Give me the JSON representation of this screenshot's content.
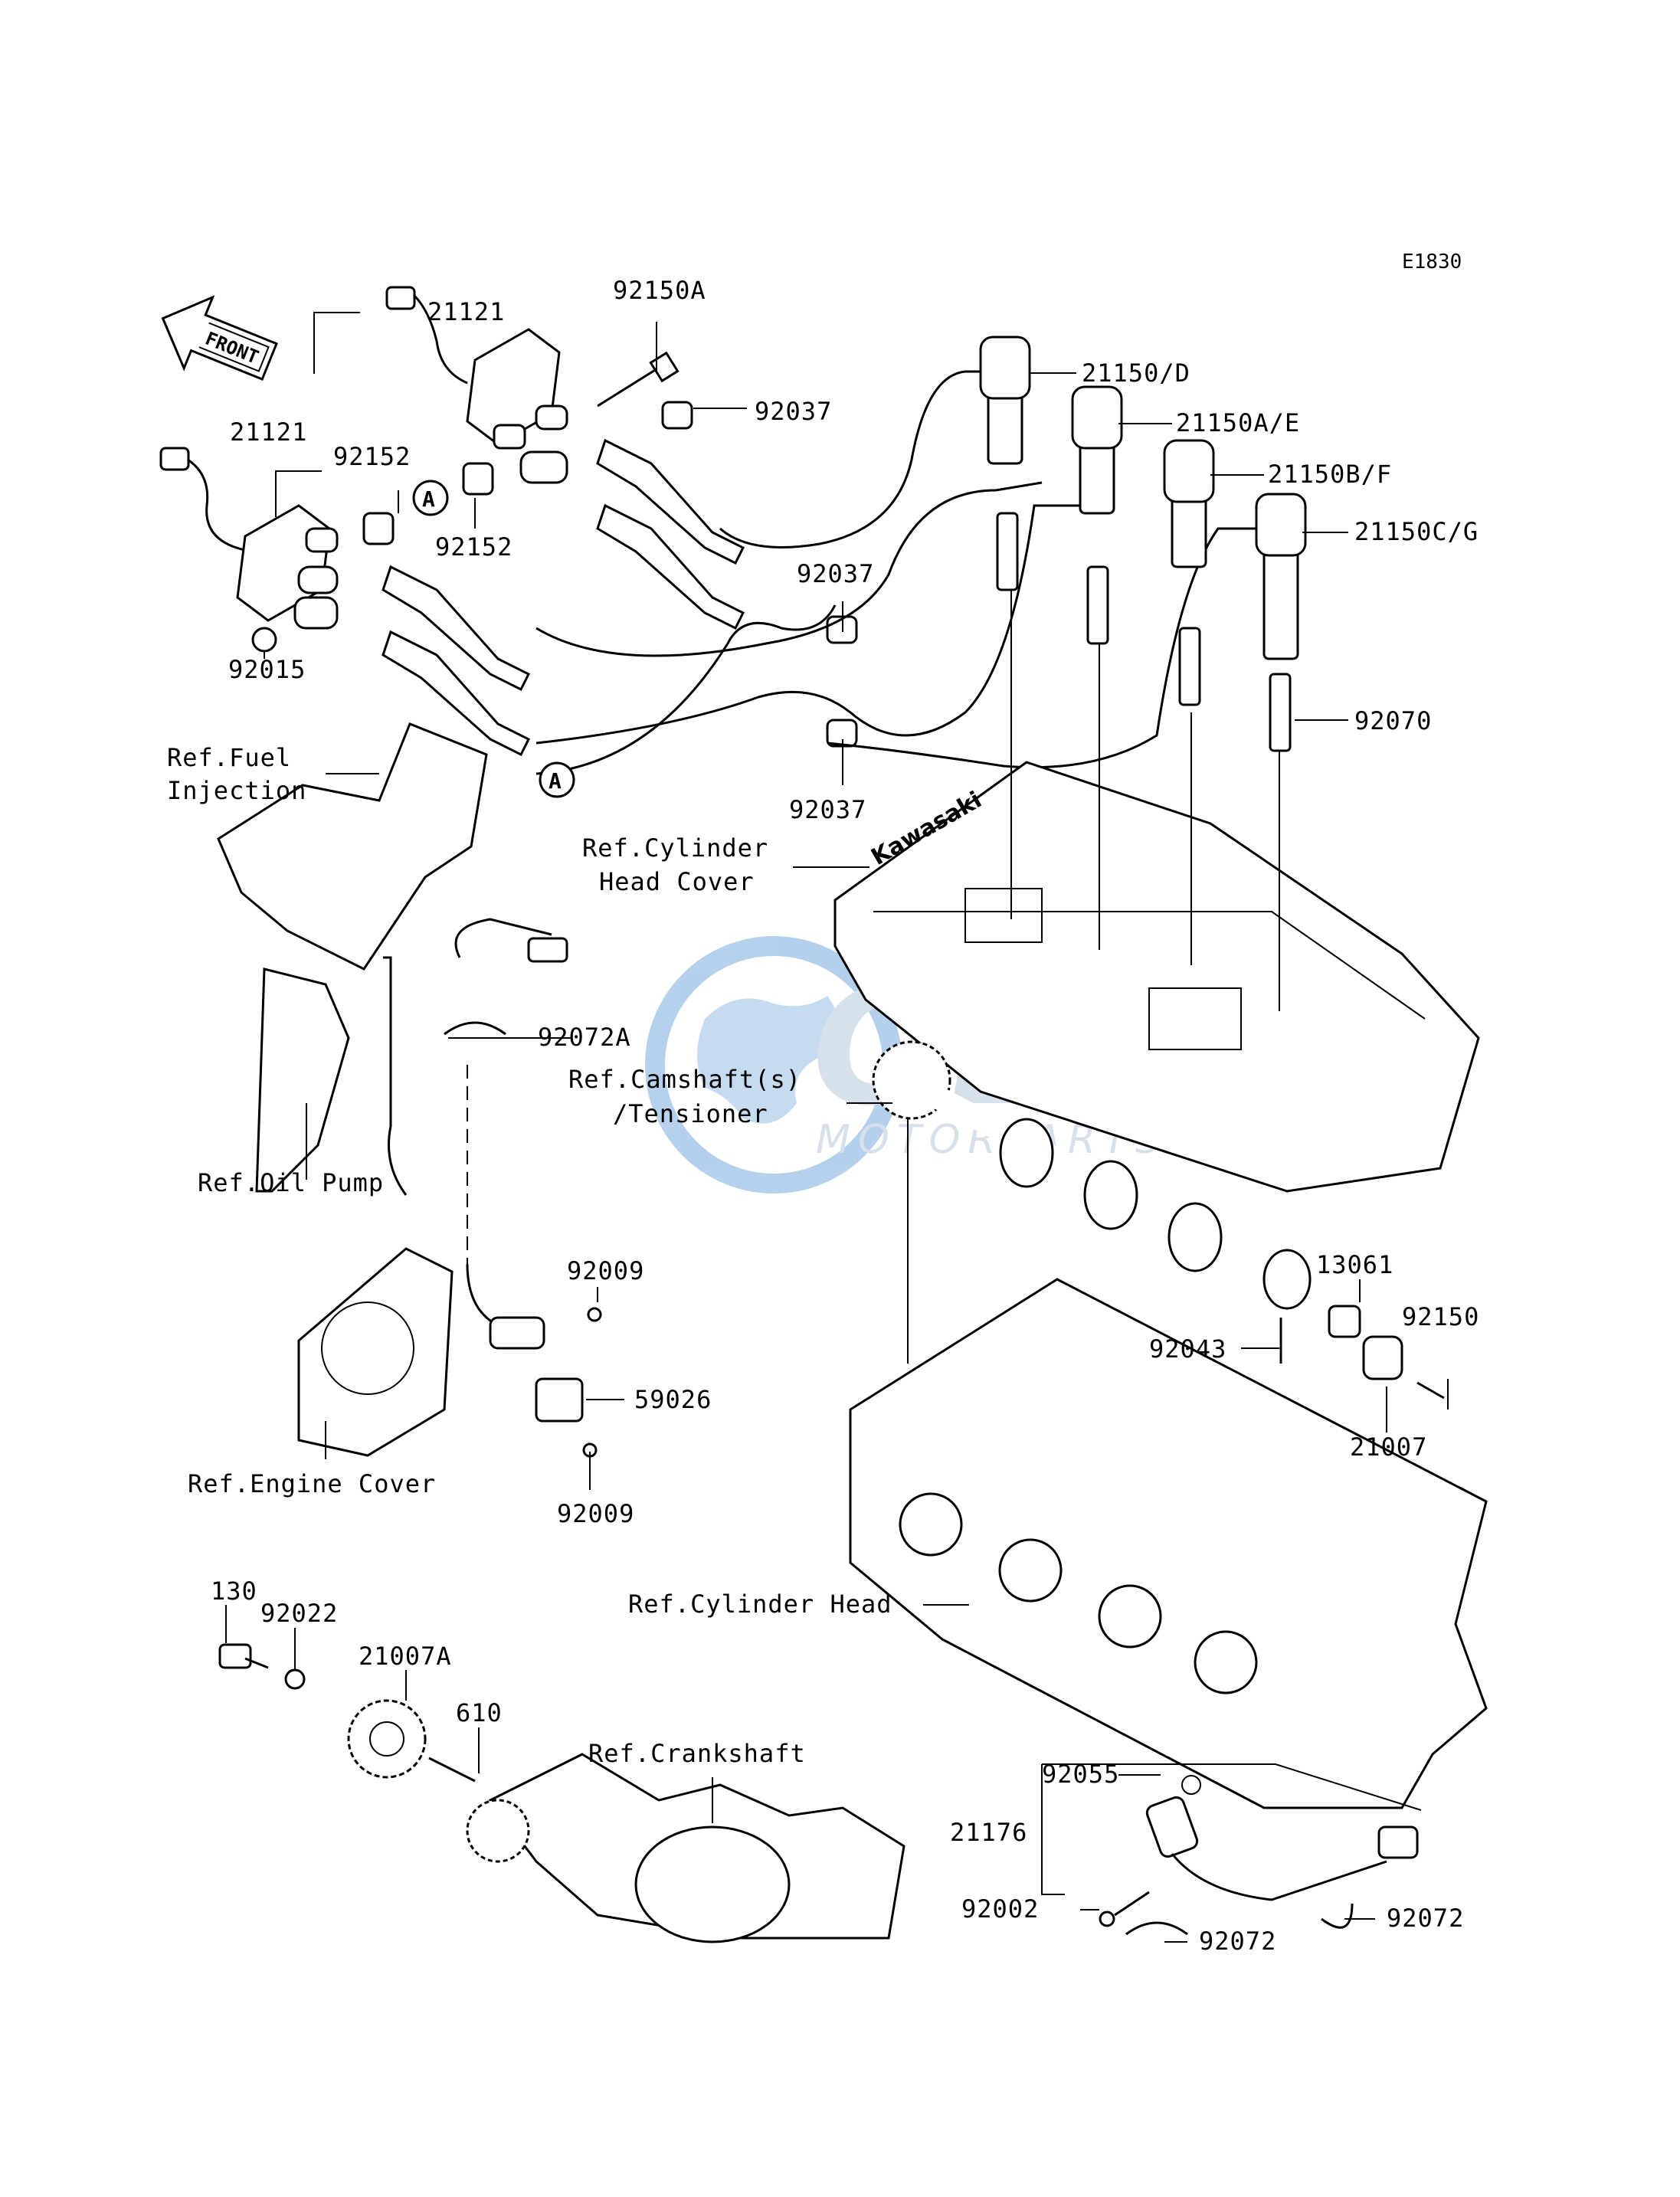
{
  "diagram_code": "E1830",
  "front_arrow_label": "FRONT",
  "callout_a": "A",
  "watermark": {
    "logo_text": "OEM",
    "sub_text": "MOTORPARTS",
    "color": "#b8cfe4",
    "globe_color": "#7fb2df"
  },
  "parts": {
    "p21121_upper": "21121",
    "p21121_lower": "21121",
    "p92150A": "92150A",
    "p92037_top": "92037",
    "p92037_mid": "92037",
    "p92037_low": "92037",
    "p92152_a": "92152",
    "p92152_b": "92152",
    "p92015": "92015",
    "p21150D": "21150/D",
    "p21150AE": "21150A/E",
    "p21150BF": "21150B/F",
    "p21150CG": "21150C/G",
    "p92070": "92070",
    "p92072A": "92072A",
    "p92009_top": "92009",
    "p92009_bottom": "92009",
    "p59026": "59026",
    "p13061": "13061",
    "p92043": "92043",
    "p92150": "92150",
    "p21007": "21007",
    "p130": "130",
    "p92022": "92022",
    "p21007A": "21007A",
    "p610": "610",
    "p92055": "92055",
    "p21176": "21176",
    "p92002": "92002",
    "p92072_left": "92072",
    "p92072_right": "92072"
  },
  "references": {
    "fuel_injection_1": "Ref.Fuel",
    "fuel_injection_2": "Injection",
    "cylinder_head_cover_1": "Ref.Cylinder",
    "cylinder_head_cover_2": "Head Cover",
    "camshaft_1": "Ref.Camshaft(s)",
    "camshaft_2": "/Tensioner",
    "oil_pump": "Ref.Oil Pump",
    "engine_cover": "Ref.Engine Cover",
    "cylinder_head": "Ref.Cylinder Head",
    "crankshaft": "Ref.Crankshaft"
  }
}
